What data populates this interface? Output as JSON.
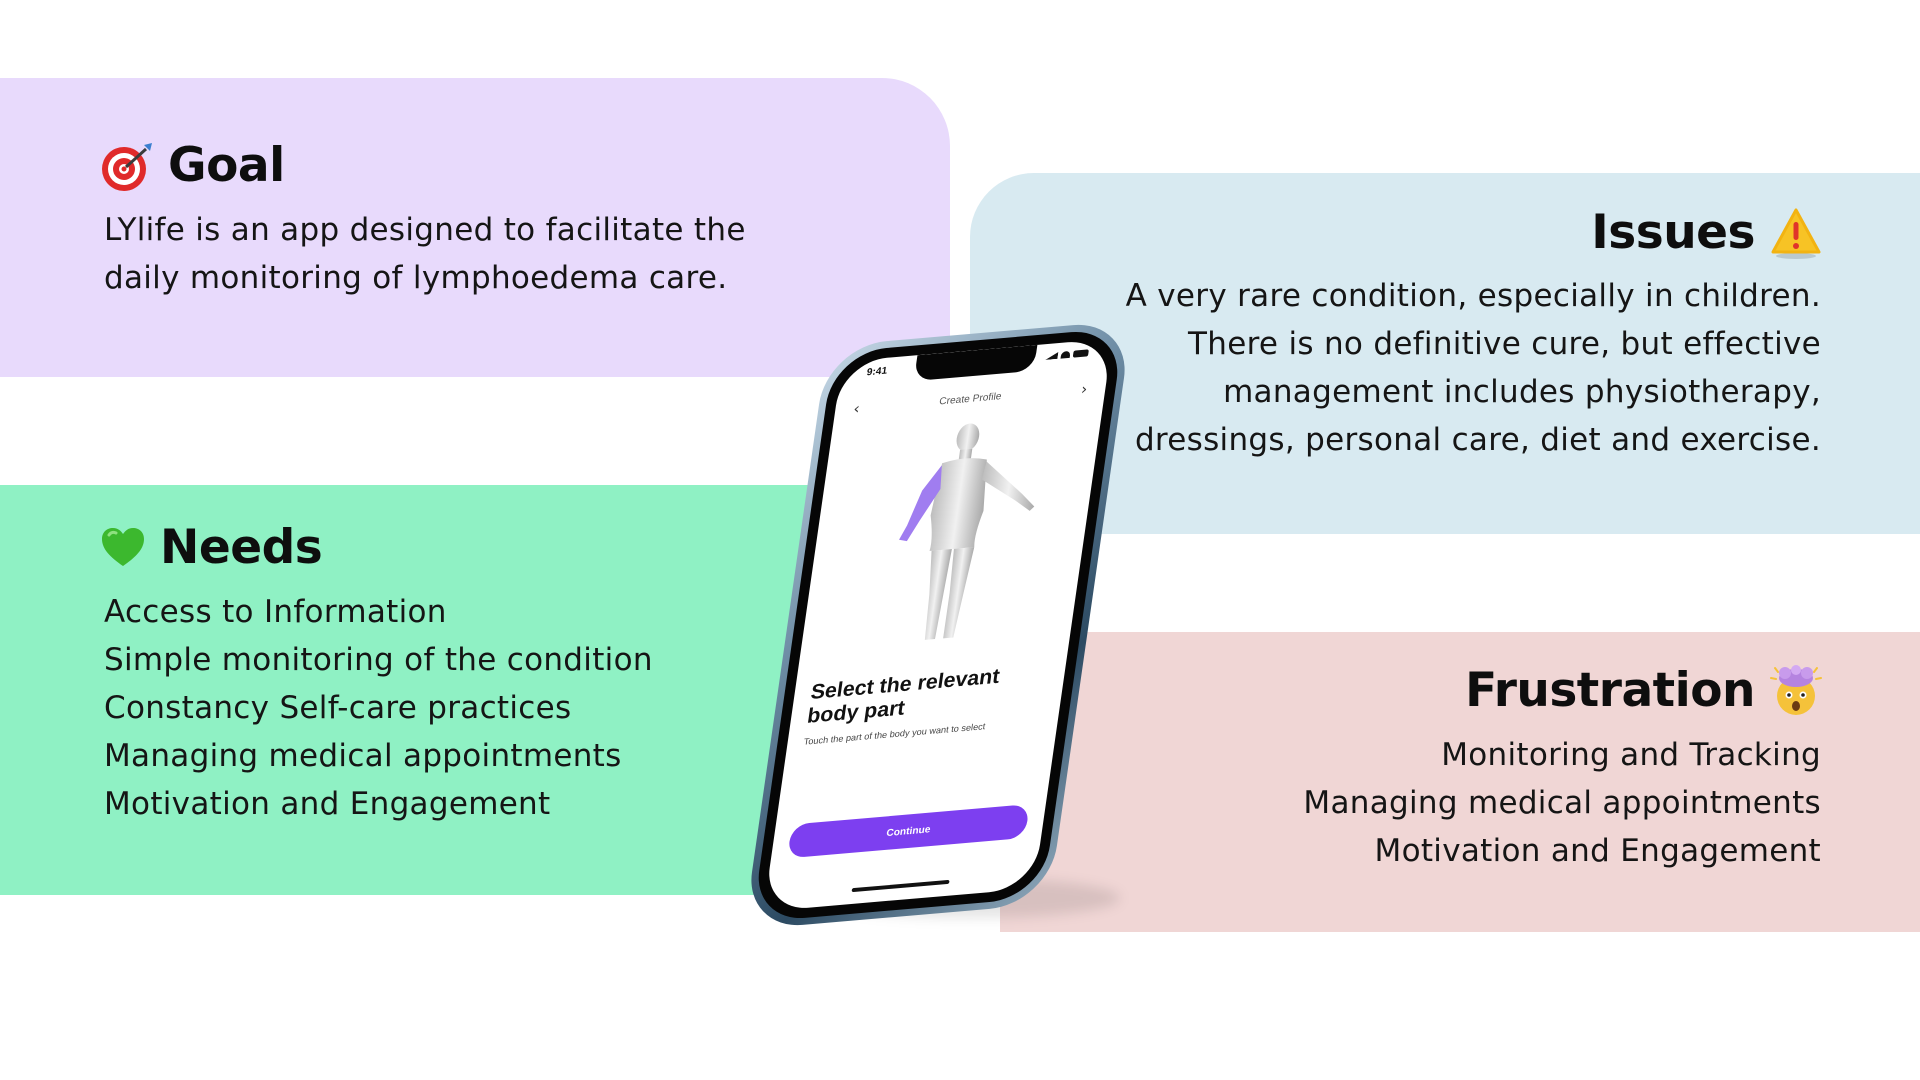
{
  "goal": {
    "icon": "target-icon",
    "title": "Goal",
    "lines": [
      "LYlife is an app designed to facilitate the",
      "daily monitoring of lymphoedema care."
    ]
  },
  "issues": {
    "icon": "warning-icon",
    "title": "Issues",
    "lines": [
      "A very rare condition, especially in children.",
      "There is no definitive cure, but effective",
      "management includes physiotherapy,",
      "dressings, personal care, diet and exercise."
    ]
  },
  "needs": {
    "icon": "green-heart-icon",
    "title": "Needs",
    "lines": [
      "Access to Information",
      "Simple monitoring of the condition",
      "Constancy Self-care practices",
      "Managing medical appointments",
      "Motivation and Engagement"
    ]
  },
  "frustration": {
    "icon": "exploding-head-icon",
    "title": "Frustration",
    "lines": [
      "Monitoring and Tracking",
      "Managing medical appointments",
      "Motivation and Engagement"
    ]
  },
  "phone": {
    "status_time": "9:41",
    "nav_title": "Create Profile",
    "screen_title_lines": [
      "Select the relevant",
      "body part"
    ],
    "screen_subtitle": "Touch the part of the body you want to select",
    "continue_label": "Continue",
    "accent_color": "#7d3ff0"
  },
  "colors": {
    "goal_bg": "#e8dafc",
    "issues_bg": "#d8eaf1",
    "needs_bg": "#8ff1c4",
    "frustration_bg": "#f0d6d5"
  }
}
